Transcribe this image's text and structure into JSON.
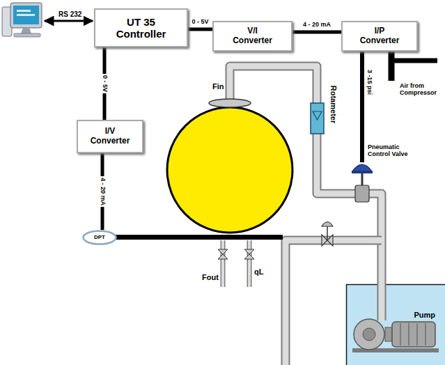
{
  "diagram": {
    "nodes": [
      {
        "text": [
          "UT 35 Controller"
        ]
      },
      {
        "text": [
          "V/I Converter"
        ]
      },
      {
        "text": [
          "I/P Converter"
        ]
      },
      {
        "text": [
          "I/V Converter"
        ]
      },
      {
        "text": [
          "DPT"
        ]
      },
      {
        "text": [
          "Pump"
        ]
      }
    ],
    "edges": [
      {
        "from": 0,
        "to": 1,
        "arrow": "none",
        "label": "0 - 5V"
      },
      {
        "from": 1,
        "to": 2,
        "arrow": "none",
        "label": "4 - 20 mA"
      },
      {
        "from": 0,
        "to": 3,
        "arrow": "none",
        "label": "0 - 5V"
      },
      {
        "from": 3,
        "to": 4,
        "arrow": "none",
        "label": "4 - 20 mA"
      }
    ],
    "labels": [
      "RS 232",
      "Air from Compressor",
      "3 -15 psi",
      "Pneumatic Control Valve",
      "Rotameter",
      "Fin",
      "Fout",
      "qL"
    ]
  }
}
